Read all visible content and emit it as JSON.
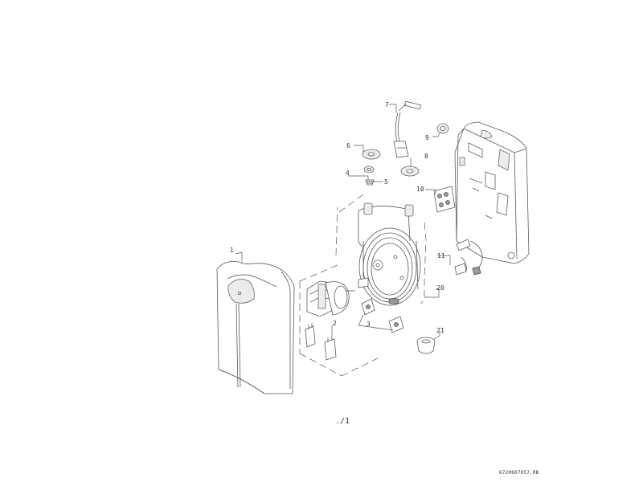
{
  "callouts": [
    "1",
    "2",
    "3",
    "4",
    "5",
    "6",
    "7",
    "8",
    "9",
    "10",
    "11",
    "20",
    "21"
  ],
  "page_reference": "./1",
  "document_id": "6720607057.RB",
  "colors": {
    "line": "#5a5a5a",
    "shade": "#ececec",
    "background": "#ffffff"
  }
}
